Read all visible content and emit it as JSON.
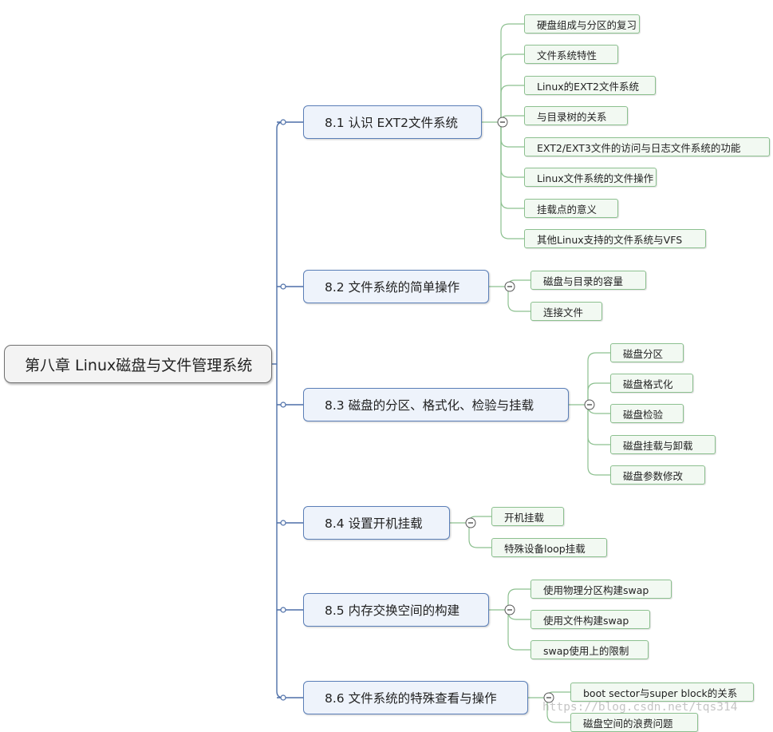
{
  "root": {
    "label": "第八章 Linux磁盘与文件管理系统"
  },
  "sections": [
    {
      "label": "8.1 认识 EXT2文件系统",
      "topics": [
        "硬盘组成与分区的复习",
        "文件系统特性",
        "Linux的EXT2文件系统",
        "与目录树的关系",
        "EXT2/EXT3文件的访问与日志文件系统的功能",
        "Linux文件系统的文件操作",
        "挂载点的意义",
        "其他Linux支持的文件系统与VFS"
      ]
    },
    {
      "label": "8.2 文件系统的简单操作",
      "topics": [
        "磁盘与目录的容量",
        "连接文件"
      ]
    },
    {
      "label": "8.3 磁盘的分区、格式化、检验与挂载",
      "topics": [
        "磁盘分区",
        "磁盘格式化",
        "磁盘检验",
        "磁盘挂载与卸载",
        "磁盘参数修改"
      ]
    },
    {
      "label": "8.4 设置开机挂载",
      "topics": [
        "开机挂载",
        "特殊设备loop挂载"
      ]
    },
    {
      "label": "8.5 内存交换空间的构建",
      "topics": [
        "使用物理分区构建swap",
        "使用文件构建swap",
        "swap使用上的限制"
      ]
    },
    {
      "label": "8.6 文件系统的特殊查看与操作",
      "topics": [
        "boot sector与super block的关系",
        "磁盘空间的浪费问题"
      ]
    }
  ],
  "watermark": "https://blog.csdn.net/tqs314",
  "colors": {
    "root_border": "#707070",
    "section_border": "#5b7fb8",
    "topic_border": "#8cc08f",
    "root_line": "#4d6fa8",
    "topic_line": "#8cc08f"
  }
}
